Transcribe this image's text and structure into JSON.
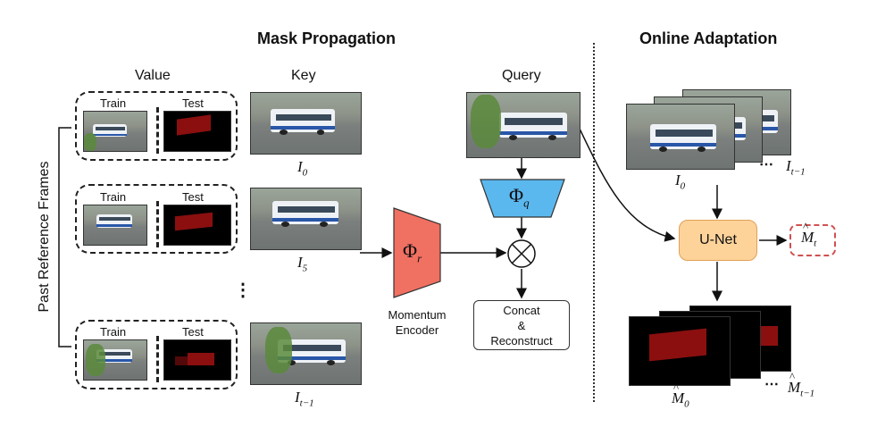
{
  "headings": {
    "mask_propagation": "Mask Propagation",
    "online_adaptation": "Online Adaptation"
  },
  "columns": {
    "value": "Value",
    "key": "Key",
    "query": "Query"
  },
  "side_label": "Past Reference Frames",
  "value_rows": [
    {
      "train": "Train",
      "test": "Test"
    },
    {
      "train": "Train",
      "test": "Test"
    },
    {
      "train": "Train",
      "test": "Test"
    }
  ],
  "key_frames": [
    {
      "base": "I",
      "sub": "0"
    },
    {
      "base": "I",
      "sub": "5"
    },
    {
      "base": "I",
      "sub": "t−1"
    }
  ],
  "ellipsis": "⋮",
  "momentum_encoder": {
    "symbol": "Φ",
    "sub": "r",
    "label_line1": "Momentum",
    "label_line2": "Encoder"
  },
  "query_encoder": {
    "symbol": "Φ",
    "sub": "q"
  },
  "combine_symbol": "⊗",
  "concat_box": {
    "line1": "Concat",
    "line2": "&",
    "line3": "Reconstruct"
  },
  "online": {
    "frame_first": {
      "base": "I",
      "sub": "0"
    },
    "frame_last": {
      "base": "I",
      "sub": "t−1"
    },
    "dots": "⋯",
    "unet_label": "U-Net",
    "output_mask": {
      "base": "M",
      "sub": "t"
    },
    "mask_first": {
      "base": "M",
      "sub": "0"
    },
    "mask_last": {
      "base": "M",
      "sub": "t−1"
    },
    "hat": "^"
  },
  "colors": {
    "momentum_encoder": "#f07062",
    "query_encoder": "#5bb8ef",
    "unet": "#fdd39a",
    "unet_border": "#e0a155",
    "output_dash": "#d05050",
    "mask_red": "#8b0f0f"
  }
}
